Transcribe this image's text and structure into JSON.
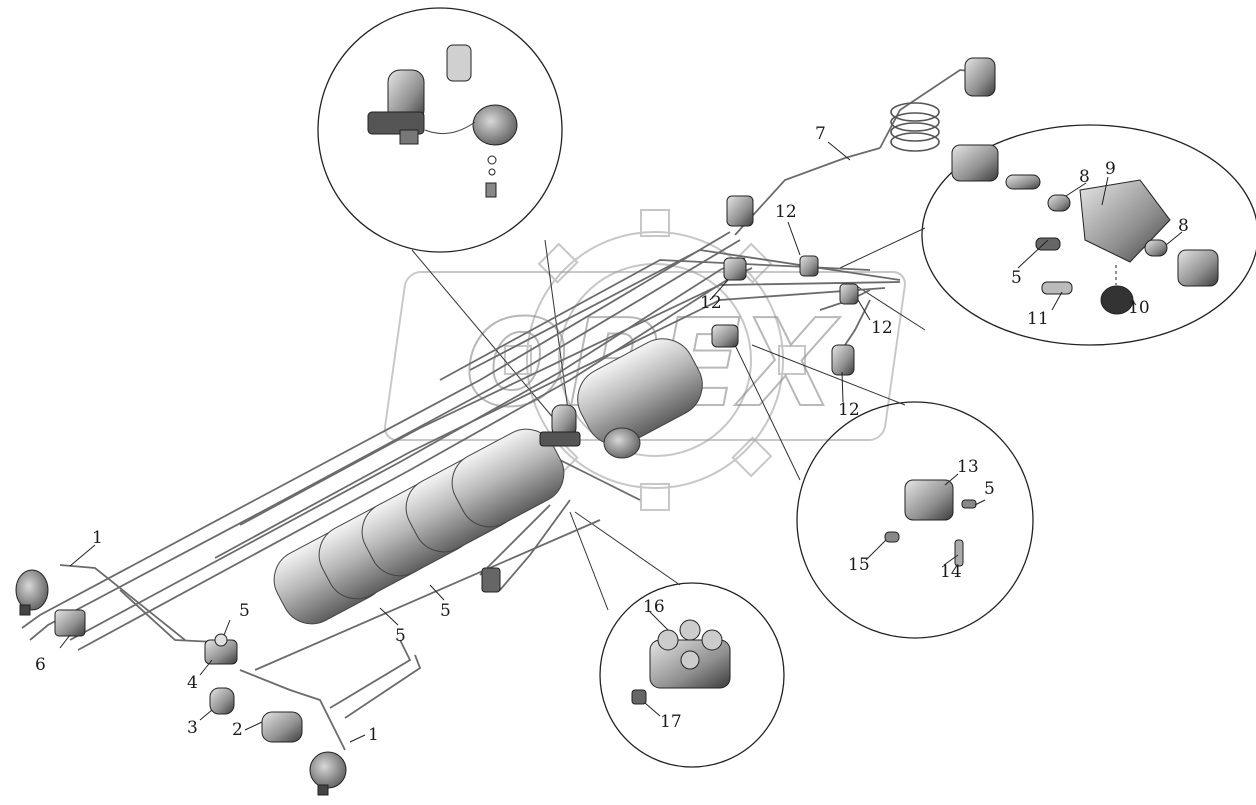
{
  "watermark": {
    "text": "OPEX"
  },
  "callouts": [
    {
      "id": "c1a",
      "label": "1"
    },
    {
      "id": "c1b",
      "label": "1"
    },
    {
      "id": "c2",
      "label": "2"
    },
    {
      "id": "c3",
      "label": "3"
    },
    {
      "id": "c4",
      "label": "4"
    },
    {
      "id": "c5a",
      "label": "5"
    },
    {
      "id": "c5b",
      "label": "5"
    },
    {
      "id": "c5c",
      "label": "5"
    },
    {
      "id": "c5d",
      "label": "5"
    },
    {
      "id": "c5e",
      "label": "5"
    },
    {
      "id": "c6",
      "label": "6"
    },
    {
      "id": "c7",
      "label": "7"
    },
    {
      "id": "c8a",
      "label": "8"
    },
    {
      "id": "c8b",
      "label": "8"
    },
    {
      "id": "c9",
      "label": "9"
    },
    {
      "id": "c10",
      "label": "10"
    },
    {
      "id": "c11",
      "label": "11"
    },
    {
      "id": "c12a",
      "label": "12"
    },
    {
      "id": "c12b",
      "label": "12"
    },
    {
      "id": "c12c",
      "label": "12"
    },
    {
      "id": "c12d",
      "label": "12"
    },
    {
      "id": "c13",
      "label": "13"
    },
    {
      "id": "c14",
      "label": "14"
    },
    {
      "id": "c15",
      "label": "15"
    },
    {
      "id": "c16",
      "label": "16"
    },
    {
      "id": "c17",
      "label": "17"
    }
  ]
}
